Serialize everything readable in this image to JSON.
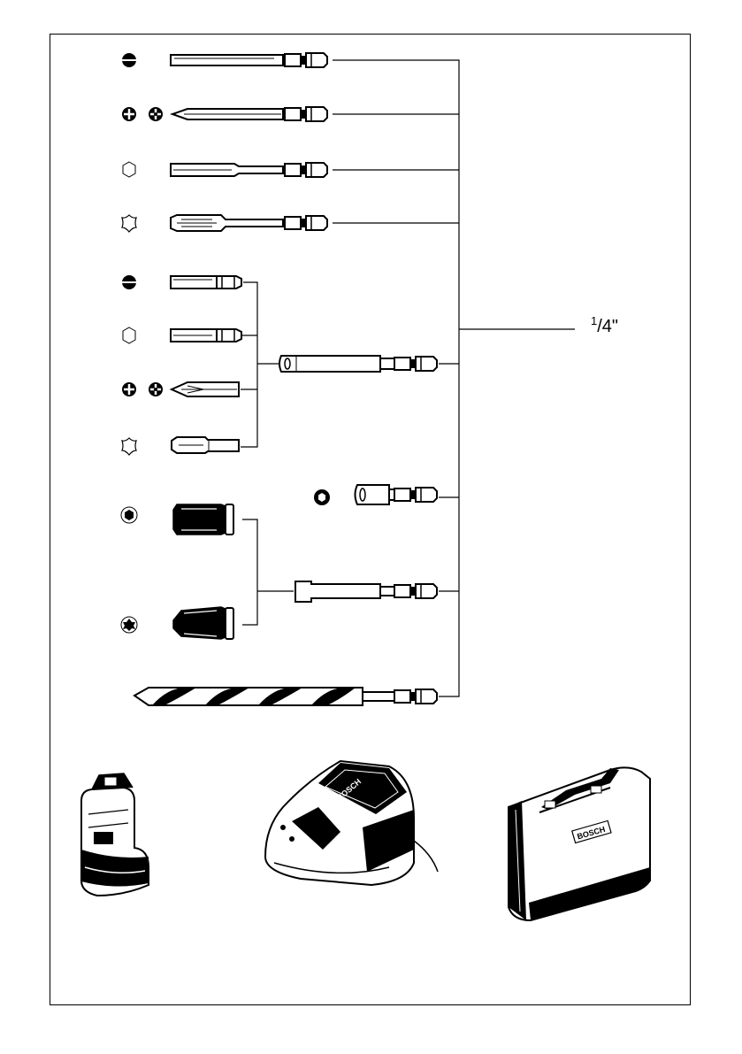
{
  "dimension": {
    "numerator": "1",
    "rest": "/4\""
  },
  "brand": {
    "charger_label": "BOSCH",
    "case_label": "BOSCH"
  },
  "colors": {
    "ink": "#000000",
    "paper": "#ffffff",
    "shade": "#444444"
  },
  "icons": {
    "slotted": "slotted-screw-icon",
    "phillips": "phillips-cross-icon",
    "hex": "hex-socket-icon",
    "torx": "torx-star-icon",
    "hex_nut": "hex-nut-icon"
  }
}
